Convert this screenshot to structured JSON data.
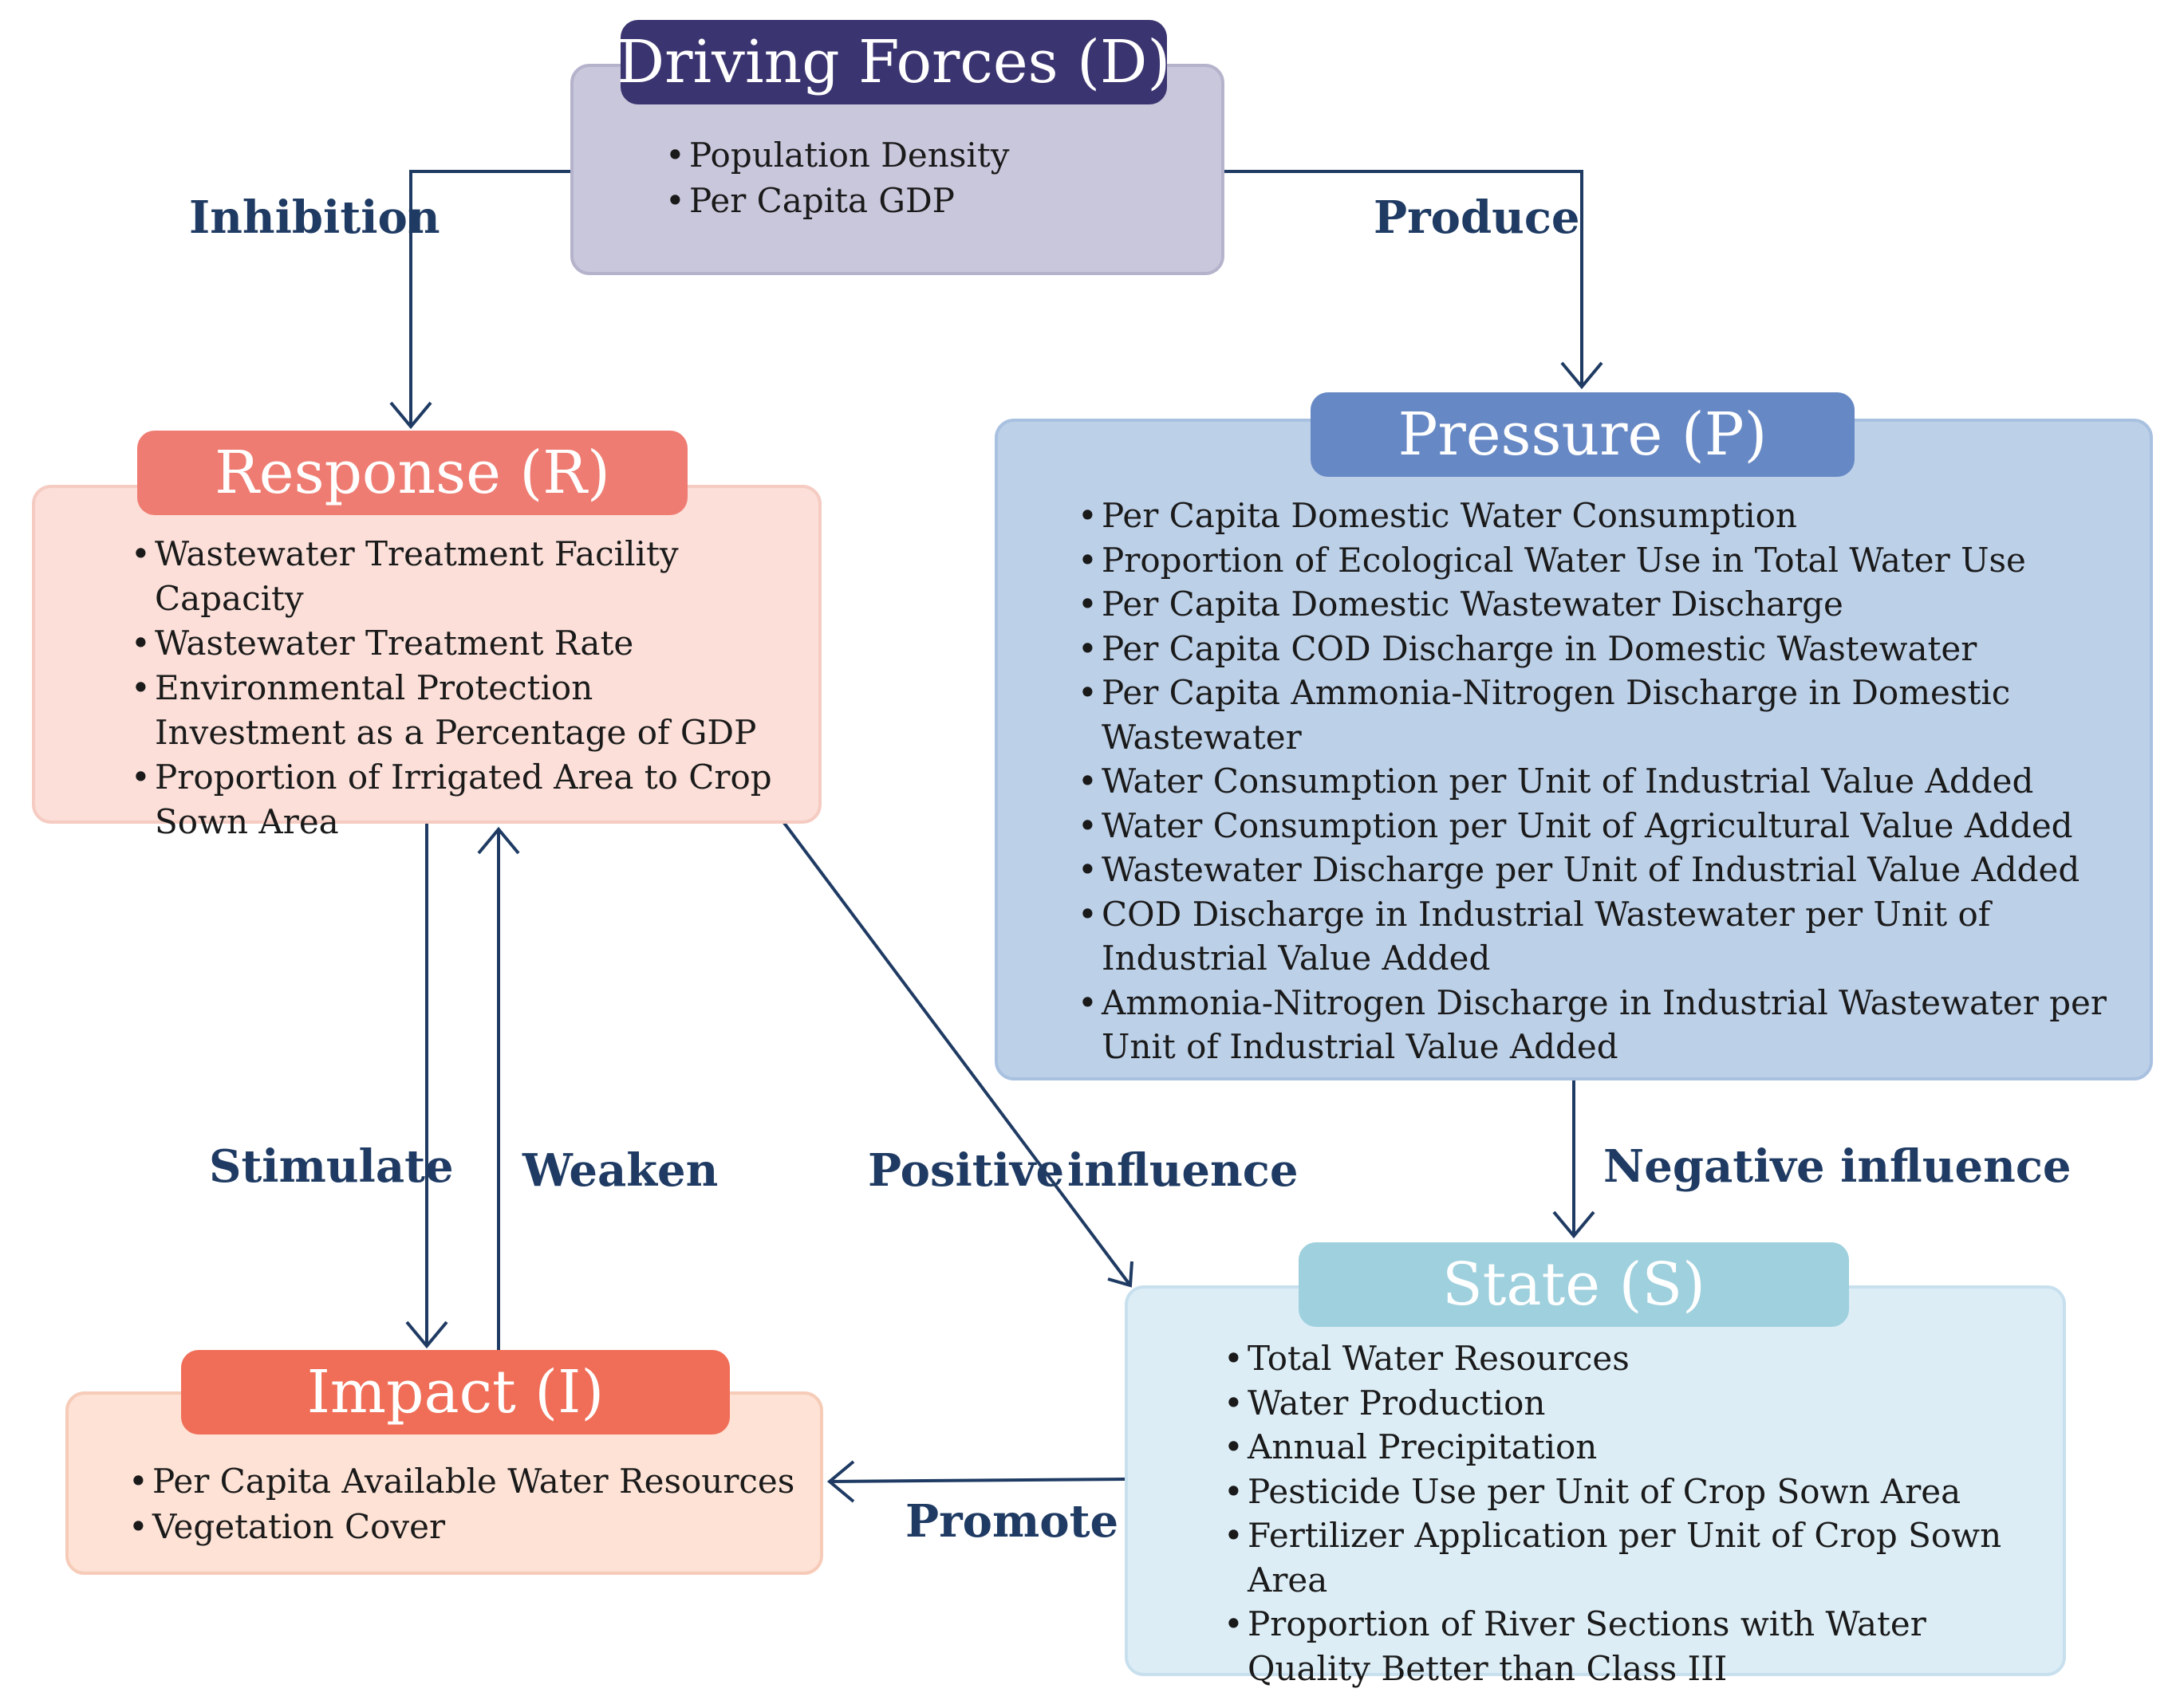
{
  "driving_forces": {
    "title": "Driving Forces (D)",
    "items": [
      "Population Density",
      "Per Capita GDP"
    ]
  },
  "response": {
    "title": "Response (R)",
    "items": [
      "Wastewater Treatment Facility Capacity",
      "Wastewater Treatment Rate",
      "Environmental Protection Investment as a Percentage of GDP",
      "Proportion of Irrigated Area to Crop Sown Area"
    ]
  },
  "pressure": {
    "title": "Pressure (P)",
    "items": [
      "Per Capita Domestic Water Consumption",
      "Proportion of Ecological Water Use in Total Water Use",
      "Per Capita Domestic Wastewater Discharge",
      "Per Capita COD Discharge in Domestic Wastewater",
      "Per Capita Ammonia-Nitrogen Discharge in Domestic Wastewater",
      "Water Consumption per Unit of Industrial Value Added",
      "Water Consumption per Unit of Agricultural Value Added",
      "Wastewater Discharge per Unit of Industrial Value Added",
      "COD Discharge in Industrial Wastewater per Unit of Industrial Value Added",
      "Ammonia-Nitrogen Discharge in Industrial Wastewater per Unit of Industrial Value Added"
    ]
  },
  "impact": {
    "title": "Impact (I)",
    "items": [
      "Per Capita Available Water Resources",
      "Vegetation Cover"
    ]
  },
  "state": {
    "title": "State (S)",
    "items": [
      "Total Water Resources",
      "Water Production",
      "Annual Precipitation",
      "Pesticide Use per Unit of Crop Sown Area",
      "Fertilizer Application per Unit of Crop Sown Area",
      "Proportion of River Sections with Water Quality Better than Class III"
    ]
  },
  "edges": {
    "inhibition": "Inhibition",
    "produce": "Produce",
    "stimulate": "Stimulate",
    "weaken": "Weaken",
    "positive_influence_1": "Positive",
    "positive_influence_2": "influence",
    "negative_influence": "Negative influence",
    "promote": "Promote"
  },
  "colors": {
    "driving_title": "#3a3470",
    "response_title": "#ef7c72",
    "pressure_title": "#6688c4",
    "impact_title": "#f06e58",
    "state_title": "#9ed0de",
    "arrow": "#1f3b63"
  }
}
